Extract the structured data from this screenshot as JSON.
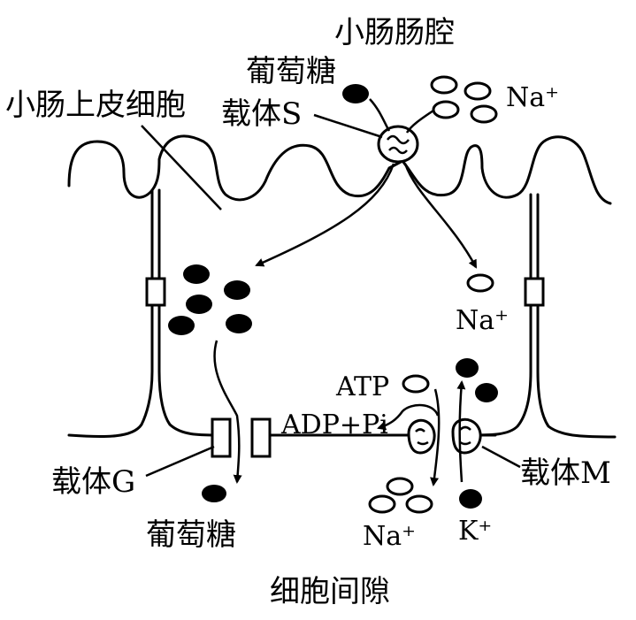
{
  "labels": {
    "lumen": "小肠肠腔",
    "epithelial_cell": "小肠上皮细胞",
    "glucose_top": "葡萄糖",
    "carrier_s": "载体S",
    "na_top": "Na⁺",
    "na_mid": "Na⁺",
    "atp": "ATP",
    "adp_pi": "ADP+Pi",
    "carrier_g": "载体G",
    "carrier_m": "载体M",
    "glucose_bottom": "葡萄糖",
    "na_bottom": "Na⁺",
    "k_bottom": "K⁺",
    "interstitial": "细胞间隙"
  },
  "colors": {
    "ink": "#000000",
    "background": "#ffffff"
  }
}
